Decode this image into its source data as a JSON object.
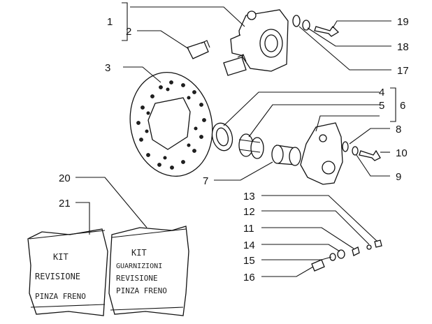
{
  "diagram": {
    "callouts": {
      "c1": "1",
      "c2": "2",
      "c3": "3",
      "c4": "4",
      "c5": "5",
      "c6": "6",
      "c7": "7",
      "c8": "8",
      "c9": "9",
      "c10": "10",
      "c11": "11",
      "c12": "12",
      "c13": "13",
      "c14": "14",
      "c15": "15",
      "c16": "16",
      "c17": "17",
      "c18": "18",
      "c19": "19",
      "c20": "20",
      "c21": "21"
    },
    "kit_bag_left": {
      "line1": "KIT",
      "line2": "REVISIONE",
      "line3": "PINZA FRENO"
    },
    "kit_bag_right": {
      "line1": "KIT",
      "line2": "GUARNIZIONI",
      "line3": "REVISIONE",
      "line4": "PINZA FRENO"
    }
  }
}
